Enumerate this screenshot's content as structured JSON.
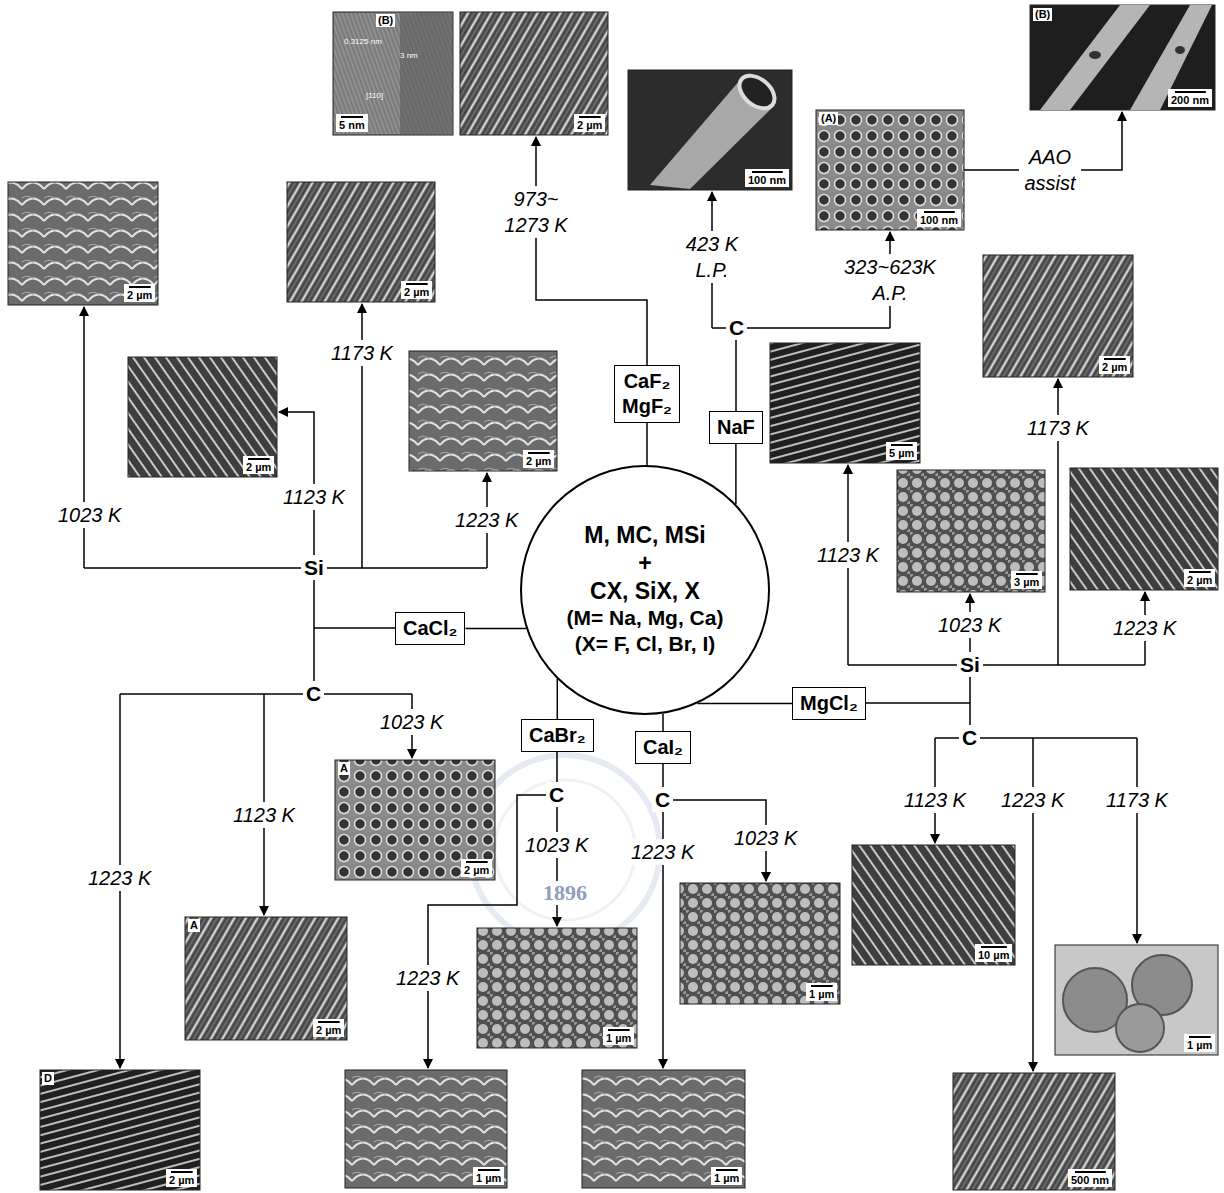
{
  "diagram": {
    "nodes": [
      {
        "text": [
          "M, MC, MSi",
          "+",
          "CX, SiX, X",
          "(M= Na, Mg, Ca)",
          "(X= F, Cl, Br, I)"
        ]
      },
      {
        "text": [
          "CaF₂ MgF₂"
        ]
      },
      {
        "text": [
          "NaF"
        ]
      },
      {
        "text": [
          "CaCl₂"
        ]
      },
      {
        "text": [
          "CaBr₂"
        ]
      },
      {
        "text": [
          "CaI₂"
        ]
      },
      {
        "text": [
          "MgCl₂"
        ]
      }
    ],
    "edges": [
      {
        "from": 0,
        "to": 1,
        "arrow": "none"
      },
      {
        "from": 0,
        "to": 2,
        "arrow": "none"
      },
      {
        "from": 0,
        "to": 3,
        "arrow": "none"
      },
      {
        "from": 0,
        "to": 4,
        "arrow": "none"
      },
      {
        "from": 0,
        "to": 5,
        "arrow": "none"
      },
      {
        "from": 0,
        "to": 6,
        "arrow": "none"
      }
    ],
    "labels": [
      "(B)",
      "0.3125 nm",
      "3 nm",
      "[110]",
      "5 nm",
      "2 µm",
      "100 nm",
      "(A)",
      "100 nm",
      "(B)",
      "200 nm",
      "AAO assist",
      "973~ 1273 K",
      "423 K L.P.",
      "323~623K A.P.",
      "C",
      "2 µm",
      "2 µm",
      "1173 K",
      "2 µm",
      "2 µm",
      "5 µm",
      "2 µm",
      "1173 K",
      "1123 K",
      "1023 K",
      "1223 K",
      "1123 K",
      "Si",
      "3 µm",
      "2 µm",
      "1023 K",
      "1223 K",
      "Si",
      "C",
      "1023 K",
      "C",
      "A",
      "2 µm",
      "C",
      "C",
      "1123 K",
      "1223 K",
      "1173 K",
      "1123 K",
      "1023 K",
      "1023 K",
      "1223 K",
      "1223 K",
      "10 µm",
      "A",
      "1223 K",
      "1 µm",
      "1 µm",
      "2 µm",
      "1 µm",
      "D",
      "2 µm",
      "1 µm",
      "1 µm",
      "500 nm",
      "1896"
    ]
  }
}
